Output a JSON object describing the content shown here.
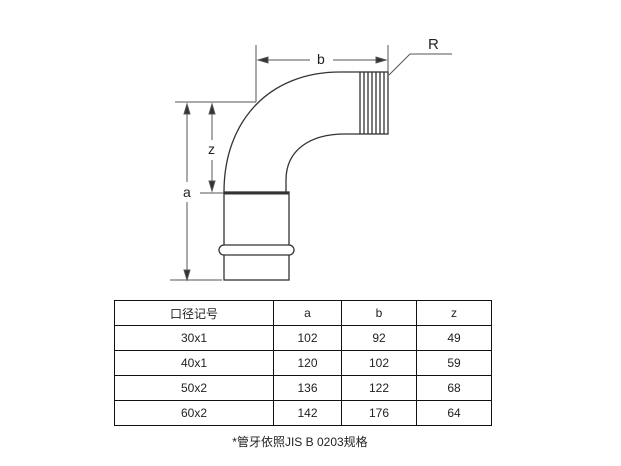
{
  "drawing": {
    "label_b": "b",
    "label_r": "R",
    "label_z": "z",
    "label_a": "a"
  },
  "table": {
    "headers": [
      "口径记号",
      "a",
      "b",
      "z"
    ],
    "rows": [
      [
        "30x1",
        "102",
        "92",
        "49"
      ],
      [
        "40x1",
        "120",
        "102",
        "59"
      ],
      [
        "50x2",
        "136",
        "122",
        "68"
      ],
      [
        "60x2",
        "142",
        "176",
        "64"
      ]
    ]
  },
  "footnote": "*管牙依照JIS B 0203规格"
}
